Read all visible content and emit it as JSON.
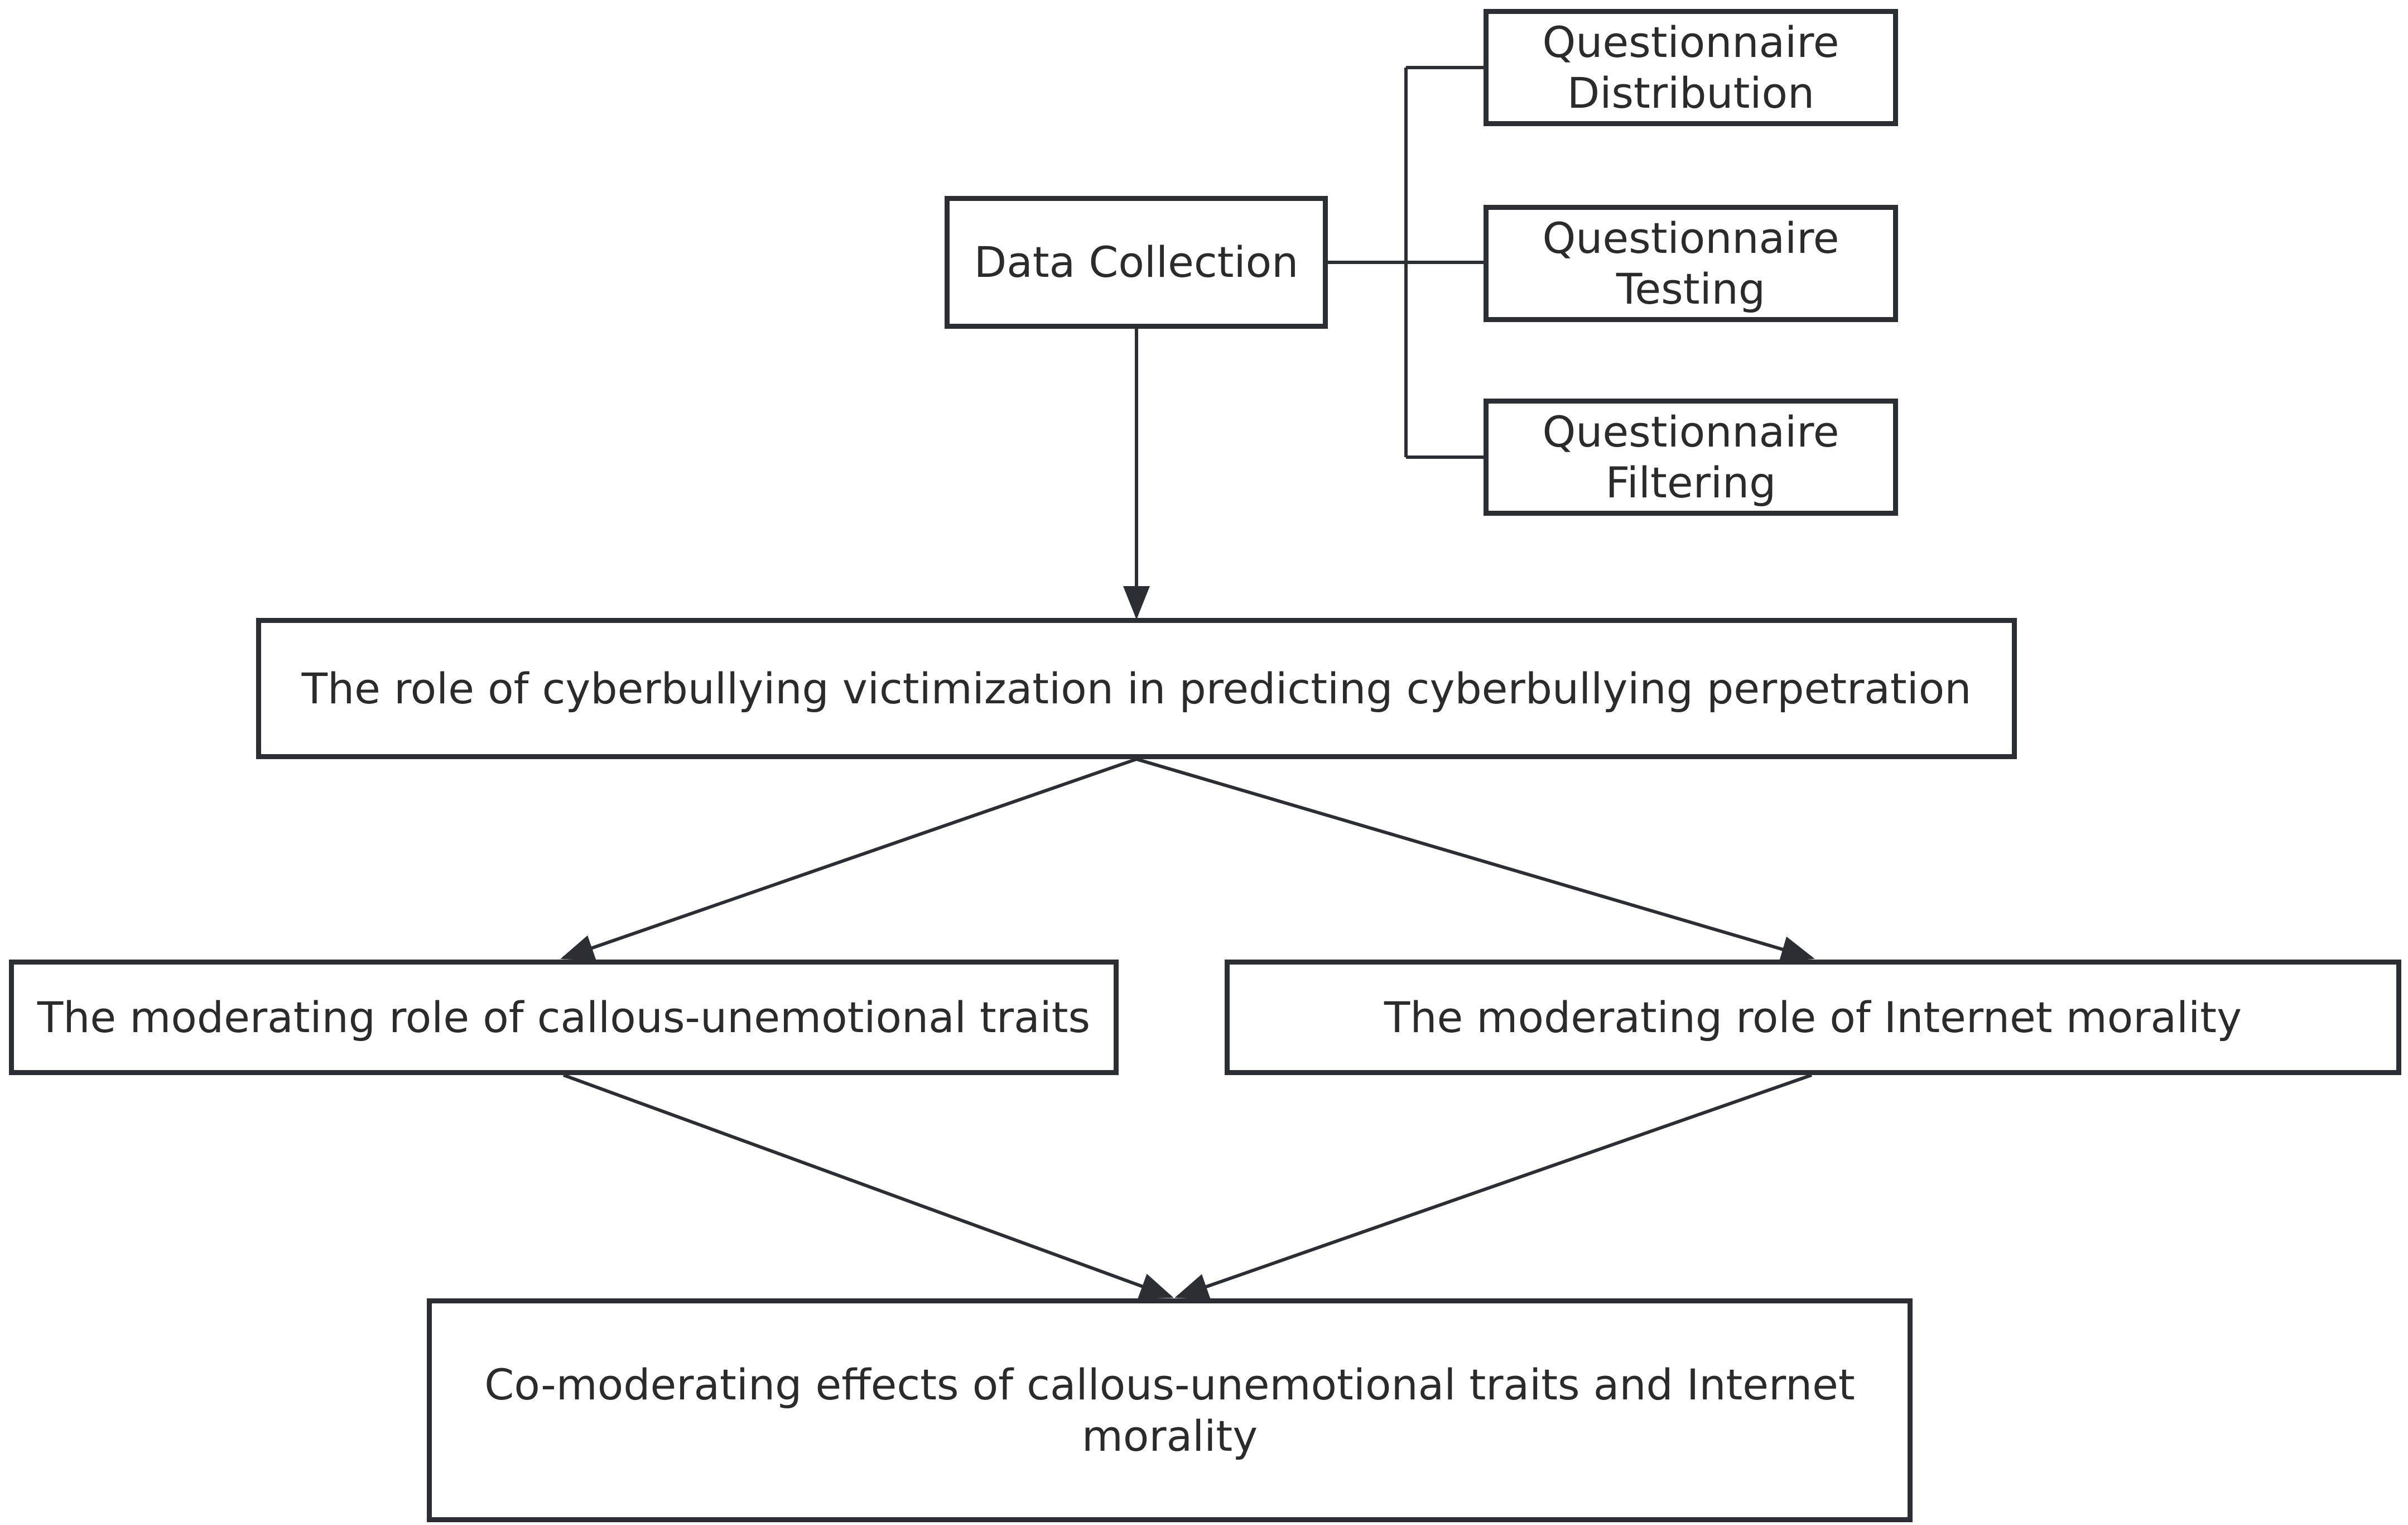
{
  "nodes": {
    "data_collection": "Data Collection",
    "questionnaire_distribution": "Questionnaire\nDistribution",
    "questionnaire_testing": "Questionnaire\nTesting",
    "questionnaire_filtering": "Questionnaire\nFiltering",
    "main_role": "The role of cyberbullying victimization in predicting cyberbullying perpetration",
    "cu_traits_role": "The moderating role of callous-unemotional traits",
    "internet_morality_role": "The moderating role of Internet morality",
    "co_moderating": "Co-moderating effects of callous-unemotional traits and Internet morality"
  },
  "colors": {
    "stroke": "#2b2f33",
    "text": "#2b2b2b",
    "background": "#ffffff"
  }
}
